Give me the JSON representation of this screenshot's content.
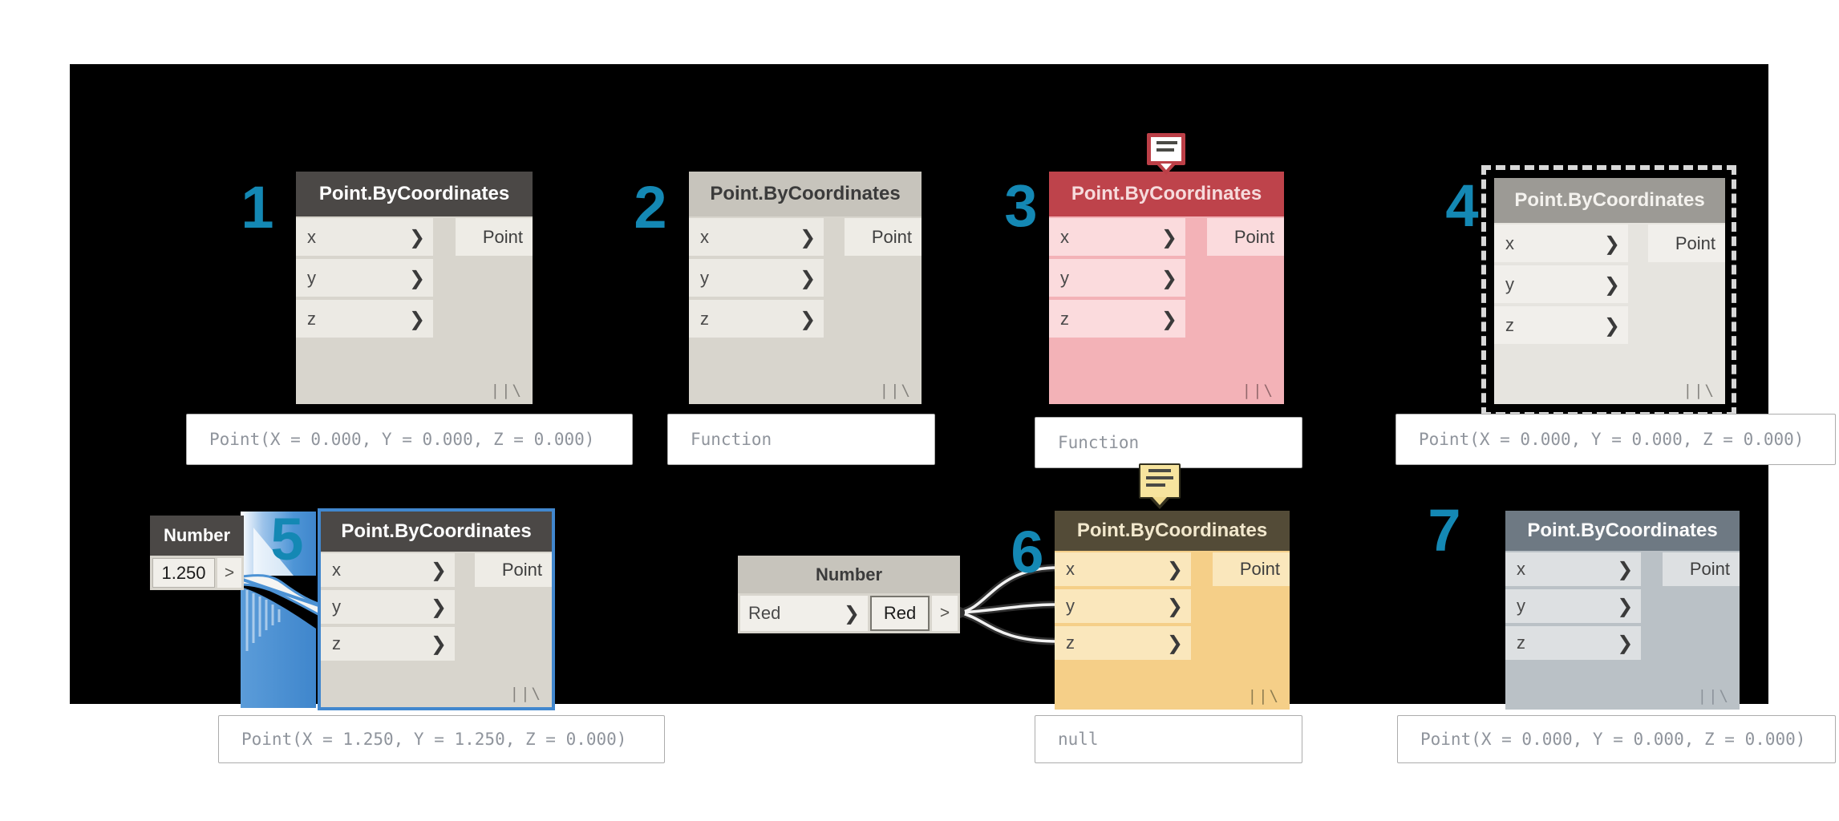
{
  "glyphs": {
    "chevron": "❯",
    "small_port": ">",
    "lacing": "||\\"
  },
  "colors": {
    "badge_teal": "#1488B4",
    "active_header": "#4B4846",
    "error_red": "#BE434B",
    "warning_olive": "#534B37",
    "selection_blue": "#4187CE",
    "frozen_gray": "#9C9A95",
    "preview_off_slate": "#6E7983"
  },
  "nodes": [
    {
      "badge": "1",
      "title": "Point.ByCoordinates",
      "inputs": [
        "x",
        "y",
        "z"
      ],
      "output": "Point",
      "preview": "Point(X = 0.000, Y = 0.000, Z = 0.000)"
    },
    {
      "badge": "2",
      "title": "Point.ByCoordinates",
      "inputs": [
        "x",
        "y",
        "z"
      ],
      "output": "Point",
      "preview": "Function"
    },
    {
      "badge": "3",
      "title": "Point.ByCoordinates",
      "inputs": [
        "x",
        "y",
        "z"
      ],
      "output": "Point",
      "preview": "Function"
    },
    {
      "badge": "4",
      "title": "Point.ByCoordinates",
      "inputs": [
        "x",
        "y",
        "z"
      ],
      "output": "Point",
      "preview": "Point(X = 0.000, Y = 0.000, Z = 0.000)"
    },
    {
      "badge": "5",
      "title": "Point.ByCoordinates",
      "inputs": [
        "x",
        "y",
        "z"
      ],
      "output": "Point",
      "preview": "Point(X = 1.250, Y = 1.250, Z = 0.000)"
    },
    {
      "badge": "6",
      "title": "Point.ByCoordinates",
      "inputs": [
        "x",
        "y",
        "z"
      ],
      "output": "Point",
      "preview": "null"
    },
    {
      "badge": "7",
      "title": "Point.ByCoordinates",
      "inputs": [
        "x",
        "y",
        "z"
      ],
      "output": "Point",
      "preview": "Point(X = 0.000, Y = 0.000, Z = 0.000)"
    }
  ],
  "number_nodes": [
    {
      "title": "Number",
      "value": "1.250"
    },
    {
      "title": "Number",
      "input_label": "Red",
      "value": "Red"
    }
  ]
}
